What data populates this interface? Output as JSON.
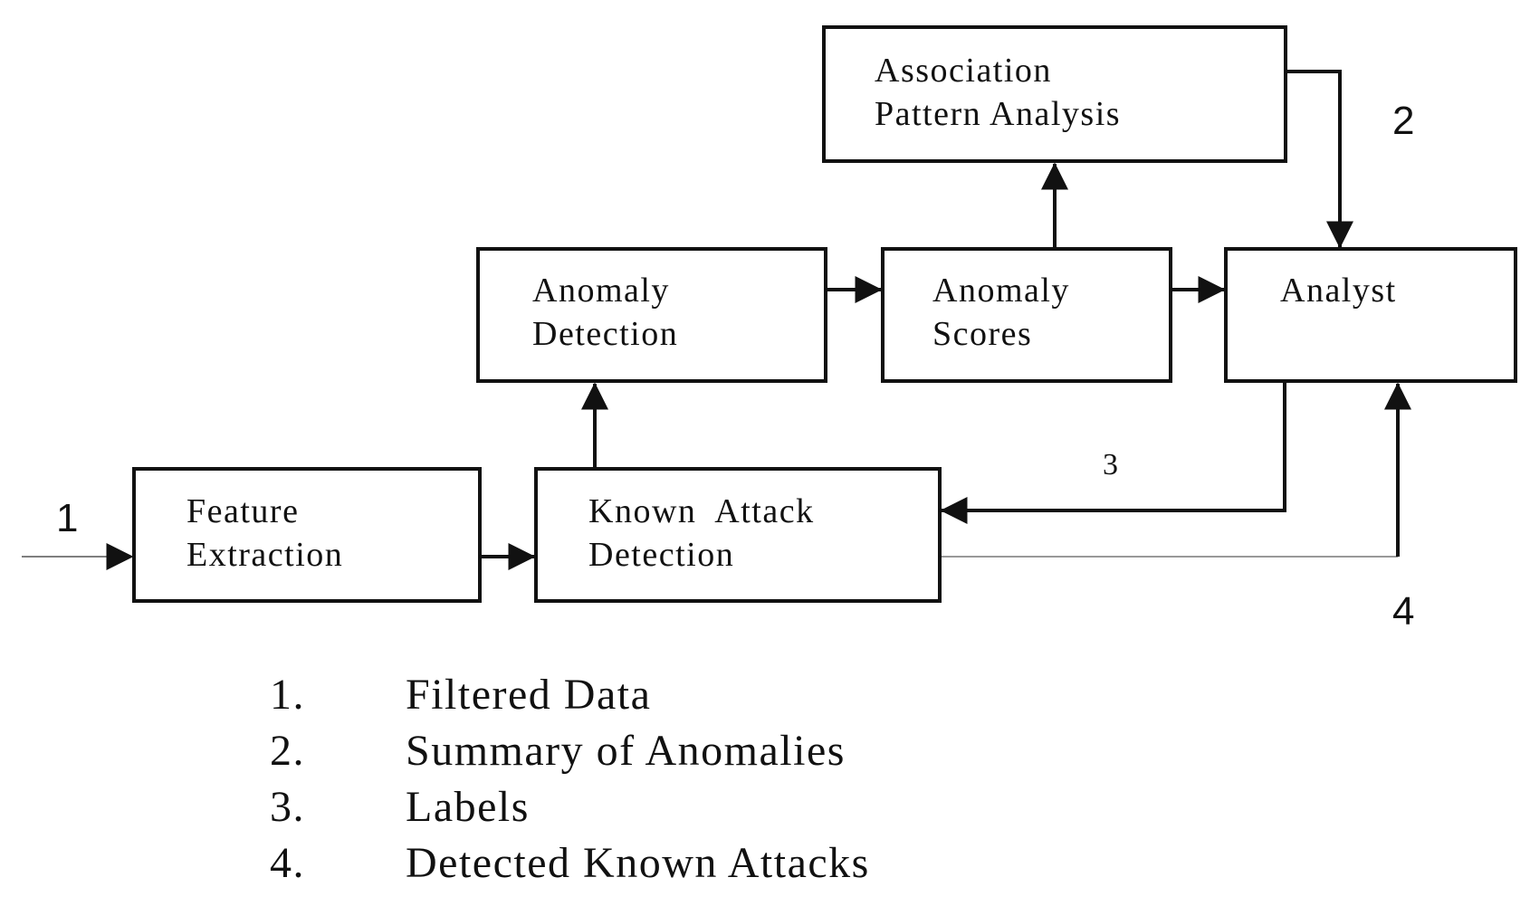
{
  "diagram": {
    "nodes": {
      "feature_extraction": {
        "lines": [
          "Feature",
          "Extraction"
        ]
      },
      "known_attack_detection": {
        "lines": [
          "Known  Attack",
          "Detection"
        ]
      },
      "anomaly_detection": {
        "lines": [
          "Anomaly",
          "Detection"
        ]
      },
      "anomaly_scores": {
        "lines": [
          "Anomaly",
          "Scores"
        ]
      },
      "association_pattern_analysis": {
        "lines": [
          "Association",
          "Pattern Analysis"
        ]
      },
      "analyst": {
        "lines": [
          "Analyst"
        ]
      }
    },
    "edge_labels": {
      "filtered_data": "1",
      "summary": "2",
      "labels": "3",
      "detected_attacks": "4"
    },
    "legend": [
      {
        "num": "1.",
        "text": "Filtered Data"
      },
      {
        "num": "2.",
        "text": "Summary of Anomalies"
      },
      {
        "num": "3.",
        "text": "Labels"
      },
      {
        "num": "4.",
        "text": "Detected Known Attacks"
      }
    ]
  },
  "colors": {
    "ink": "#111111",
    "background": "#ffffff",
    "thin_line": "#9a9a9a"
  }
}
